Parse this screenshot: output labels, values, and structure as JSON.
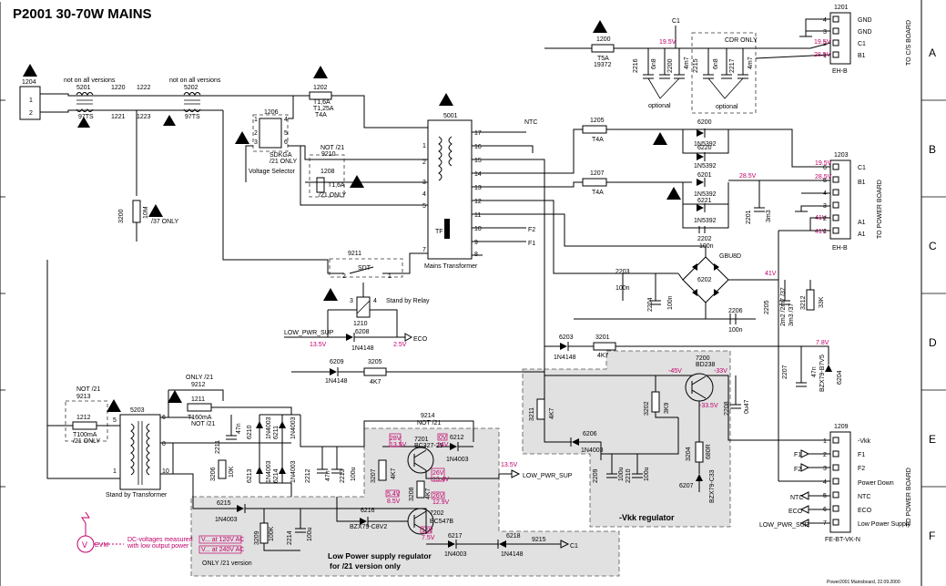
{
  "title": "P2001 30-70W MAINS",
  "grid_rows": [
    "A",
    "B",
    "C",
    "D",
    "E",
    "F"
  ],
  "footer": "Power2001 Mainsboard, 22.09.2000",
  "components": {
    "c1204": "1204",
    "c5201": "5201",
    "c5201v": "97TS",
    "c5202": "5202",
    "c5202v": "97TS",
    "c1220": "1220",
    "c1221": "1221",
    "c1222": "1222",
    "c1223": "1223",
    "not_all_1": "not on all versions",
    "not_all_2": "not on all versions",
    "c1202": "1202",
    "c1202v1": "T1,6A",
    "c1202v2": "T1,25A",
    "c1202v3": "T4A",
    "c1206": "1206",
    "sdkga": "SDKGA",
    "only21a": "/21 ONLY",
    "vsel": "Voltage Selector",
    "not21a": "NOT /21",
    "c9210": "9210",
    "c1208": "1208",
    "c1208v": "T1,6A",
    "only21b": "/21 ONLY",
    "c3200": "3200",
    "c3200v": "10M",
    "only37": "/37 ONLY",
    "c5001": "5001",
    "mains_tr": "Mains Transformer",
    "tf": "TF",
    "ntc": "NTC",
    "c1200": "1200",
    "c1200v1": "T5A",
    "c1200v2": "19372",
    "c1": "C1",
    "v195a": "19.5V",
    "c2216": "2216",
    "c2216v": "6n8",
    "c2200": "2200",
    "c2200v": "4m7",
    "c2215": "2215",
    "c2215v": "6n8",
    "c2217": "2217",
    "c2217v": "4m7",
    "optional1": "optional",
    "optional2": "optional",
    "cdr_only": "CDR ONLY",
    "c1201": "1201",
    "gnd1": "GND",
    "gnd2": "GND",
    "c1pin": "C1",
    "b1pin": "B1",
    "v195b": "19.5V",
    "v285a": "28.5V",
    "ehb1": "EH-B",
    "to_cs": "TO C/S BOARD",
    "c1205": "1205",
    "c1205v": "T4A",
    "c1207": "1207",
    "c1207v": "T4A",
    "d6200": "6200",
    "d6200v": "1N5392",
    "d6201": "6201",
    "d6201v": "1N5392",
    "d6220": "6220",
    "d6220v": "1N5392",
    "d6221": "6221",
    "d6221v": "1N5392",
    "c2202": "2202",
    "c2202v": "100n",
    "v285b": "28.5V",
    "c2201": "2201",
    "c2201v": "3m3",
    "c1203": "1203",
    "p1203_c1": "C1",
    "p1203_b1": "B1",
    "p1203_a1a": "A1",
    "p1203_a1b": "A1",
    "v195c": "19.5V",
    "v285c": "28.5V",
    "v41a": "41V",
    "v41b": "41V",
    "ehb2": "EH-B",
    "to_power1": "TO POWER BOARD",
    "c2203": "2203",
    "c2203v": "100n",
    "c2204": "2204",
    "c2204v": "100n",
    "d6202": "6202",
    "d6202v": "GBU8D",
    "v41c": "41V",
    "c2205": "2205",
    "c2205v1": "2m2 /2m7 /37",
    "c2205v2": "3m3 /37",
    "c3212": "3212",
    "c3212v": "33K",
    "c2206": "2206",
    "c2206v": "100n",
    "c9211": "9211",
    "sdt": "SDT",
    "pin2": "2",
    "pin1": "1",
    "pin3": "3",
    "pin4": "4",
    "sby_relay": "Stand by Relay",
    "c1210": "1210",
    "low_pwr_sup": "LOW_PWR_SUP",
    "d6208": "6208",
    "d6208v": "1N4148",
    "v135a": "13.5V",
    "v25a": "2.5V",
    "eco": "ECO",
    "d6209": "6209",
    "d6209v": "1N4148",
    "r3205": "3205",
    "r3205v": "4K7",
    "d6203": "6203",
    "d6203v": "1N4148",
    "r3201": "3201",
    "r3201v": "4K7",
    "t7200": "7200",
    "t7200v": "BD238",
    "vm45": "-45V",
    "vm33": "-33V",
    "vm335": "-33.5V",
    "r3202": "3202",
    "r3202v": "3K9",
    "c2208": "2208",
    "c2208v": "0u47",
    "c2207": "2207",
    "c2207v": "47n",
    "d6204": "6204",
    "d6204v": "BZX79-B7V5",
    "v78": "7.8V",
    "r3211": "3211",
    "r3211v": "4K7",
    "d6206": "6206",
    "d6206v": "1N4003",
    "c2209": "2209",
    "c2209v": "100u",
    "c2210": "2210",
    "c2210v": "100u",
    "r3204": "3204",
    "r3204v": "680R",
    "d6207": "6207",
    "d6207v": "BZX79-C33",
    "vkk_reg": "-Vkk regulator",
    "c1209": "1209",
    "p1209_vkk": "-Vkk",
    "p1209_f1": "F1",
    "p1209_f2": "F2",
    "p1209_pd": "Power Down",
    "p1209_ntc": "NTC",
    "p1209_eco": "ECO",
    "p1209_lps": "Low Power Supply",
    "fe_bt": "FE-BT-VK-N",
    "to_power2": "TO POWER BOARD",
    "f1a": "F1",
    "f2a": "F2",
    "f1b": "F1",
    "f2b": "F2",
    "ntc2": "NTC",
    "eco2": "ECO",
    "lps2": "LOW_PWR_SUP",
    "not21b": "NOT /21",
    "c9213": "9213",
    "c1212": "1212",
    "c1212v": "T100mA",
    "only21c": "/21 ONLY",
    "c5203": "5203",
    "sby_tr": "Stand by Transformer",
    "only21d": "ONLY /21",
    "c9212": "9212",
    "c1211": "1211",
    "c1211v": "T160mA",
    "not21c": "NOT /21",
    "c2211": "2211",
    "c2211v": "47n",
    "d6210": "6210",
    "d6210v": "1N4003",
    "d6211": "6211",
    "d6211v": "1N4003",
    "c3206": "3206",
    "c3206v": "10K",
    "d6213": "6213",
    "d6213v": "1N4003",
    "d6214": "6214",
    "d6214v": "1N4003",
    "c2212": "2212",
    "c2212v": "47n",
    "c2213": "2213",
    "c2213v": "100u",
    "c9214": "9214",
    "not21d": "NOT /21",
    "t7201": "7201",
    "t7201v": "BC327-25",
    "d6212": "6212",
    "d6212v": "1N4003",
    "r3207": "3207",
    "r3207v": "4K7",
    "r3208": "3208",
    "r3208v": "4K7",
    "t7202": "7202",
    "t7202v": "BC547B",
    "d6216": "6216",
    "d6216v": "BZX79-C8V2",
    "v135b": "13.5V",
    "v135c": "13.5V",
    "v28": "28V",
    "v14": "14V",
    "v0": "0V",
    "v26": "26V",
    "v134": "13.4V",
    "v54": "5.4V",
    "v85": "8.5V",
    "v26b": "26V",
    "v129": "12.9V",
    "v16": "16V",
    "v75": "7.5V",
    "d6215": "6215",
    "d6215v": "1N4003",
    "c3209": "3209",
    "c3209v": "100K",
    "c2214": "2214",
    "c2214v": "100u",
    "d6217": "6217",
    "d6217v": "1N4003",
    "d6218": "6218",
    "d6218v": "1N4148",
    "c9215": "9215",
    "c1b": "C1",
    "lps_reg": "Low Power supply regulator",
    "lps_reg2": "for /21 version only",
    "evm": "EVM",
    "dc_note1": "DC-voltages measured",
    "dc_note2": "with low output power",
    "v120": "V... at 120V AC",
    "v240": "V... at 240V AC",
    "only21_ver": "ONLY /21 version"
  }
}
